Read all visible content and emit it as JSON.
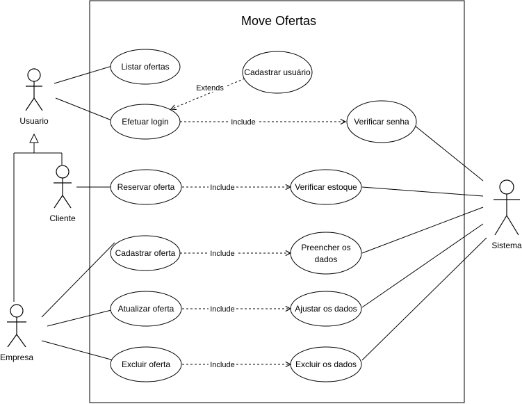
{
  "system": {
    "title": "Move Ofertas"
  },
  "actors": {
    "usuario": "Usuario",
    "cliente": "Cliente",
    "empresa": "Empresa",
    "sistema": "Sistema"
  },
  "use_cases": {
    "listar_ofertas": "Listar ofertas",
    "cadastrar_usuario": "Cadastrar usuário",
    "efetuar_login": "Efetuar login",
    "verificar_senha": "Verificar senha",
    "reservar_oferta": "Reservar oferta",
    "verificar_estoque": "Verificar estoque",
    "cadastrar_oferta": "Cadastrar oferta",
    "preencher_dados_line1": "Preencher os",
    "preencher_dados_line2": "dados",
    "atualizar_oferta": "Atualizar oferta",
    "ajustar_dados": "Ajustar os dados",
    "excluir_oferta": "Excluir oferta",
    "excluir_dados": "Excluir os dados"
  },
  "relations": {
    "extends": "Extends",
    "include": "Include"
  }
}
